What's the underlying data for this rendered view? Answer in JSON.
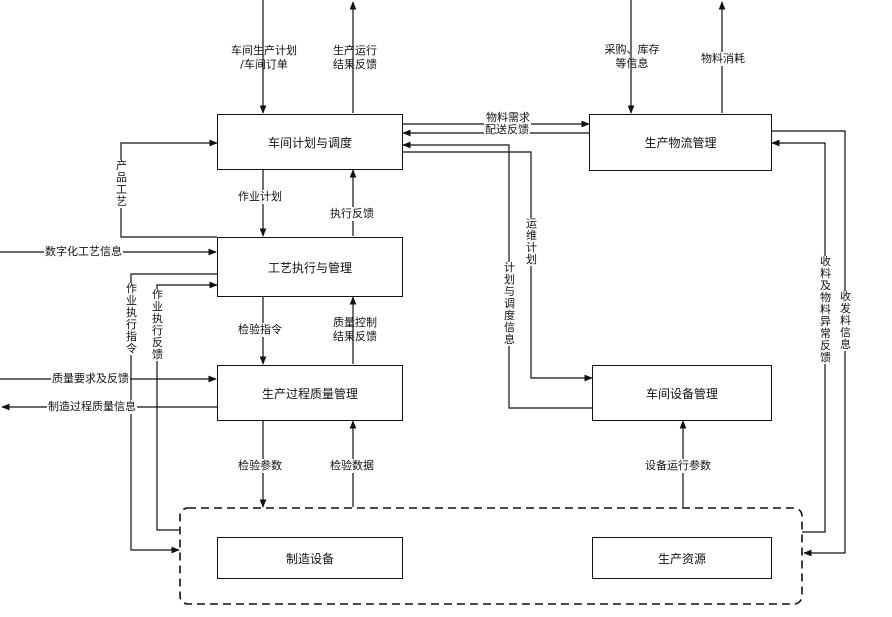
{
  "boxes": {
    "plan": "车间计划与调度",
    "logistics": "生产物流管理",
    "process": "工艺执行与管理",
    "quality": "生产过程质量管理",
    "equipment_mgmt": "车间设备管理",
    "mfg_equipment": "制造设备",
    "resources": "生产资源"
  },
  "labels": {
    "plan_order_1": "车间生产计划",
    "plan_order_2": "/车间订单",
    "run_feedback_1": "生产运行",
    "run_feedback_2": "结果反馈",
    "purchase_1": "采购、库存",
    "purchase_2": "等信息",
    "material_consume": "物料消耗",
    "material_request": "物料需求",
    "delivery_feedback": "配送反馈",
    "product_process": "产品工艺",
    "work_plan": "作业计划",
    "exec_feedback": "执行反馈",
    "digital_process": "数字化工艺信息",
    "maint_plan": "运维计划",
    "plan_sched_info": "计划与调度信息",
    "work_exec_cmd": "作业执行指令",
    "work_exec_feedback": "作业执行反馈",
    "inspect_cmd": "检验指令",
    "qc_feedback_1": "质量控制",
    "qc_feedback_2": "结果反馈",
    "quality_req": "质量要求及反馈",
    "mfg_quality_info": "制造过程质量信息",
    "receive_feedback": "收料及物料异常反馈",
    "send_info": "收发料信息",
    "inspect_params": "检验参数",
    "inspect_data": "检验数据",
    "equip_params": "设备运行参数"
  }
}
